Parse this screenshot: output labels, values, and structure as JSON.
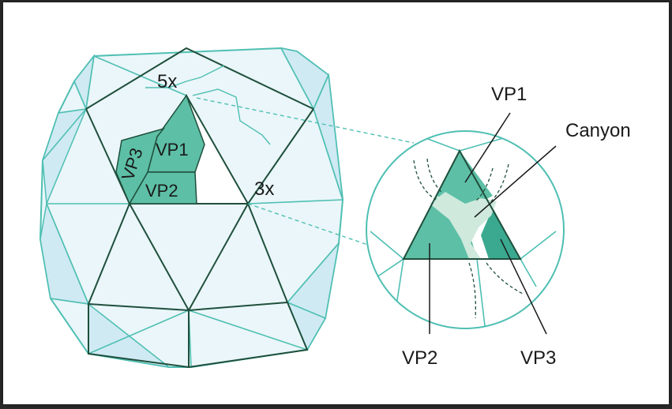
{
  "colors": {
    "outline": "#4fbfb3",
    "dark_edge": "#1f4f3c",
    "face_fill": "#dff2f7",
    "shadow_fill": "#cbe9f2",
    "vp_fill": "#5dbfa6",
    "vp3_fill": "#3aa98f",
    "canyon_fill": "#cfe9dd",
    "dashed": "#4fbfb3"
  },
  "labels": {
    "capsid_5x": "5x",
    "capsid_3x": "3x",
    "capsid_vp1": "VP1",
    "capsid_vp2": "VP2",
    "capsid_vp3": "VP3",
    "zoom_vp1": "VP1",
    "zoom_canyon": "Canyon",
    "zoom_vp2": "VP2",
    "zoom_vp3": "VP3"
  }
}
